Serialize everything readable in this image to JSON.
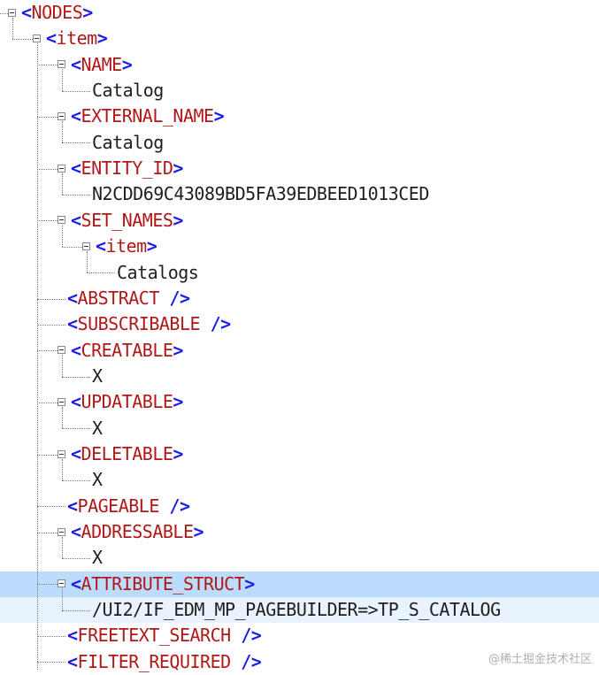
{
  "tree": {
    "rows": [
      {
        "type": "open",
        "depth": 0,
        "tag": "NODES"
      },
      {
        "type": "open",
        "depth": 1,
        "tag": "item"
      },
      {
        "type": "open",
        "depth": 2,
        "tag": "NAME"
      },
      {
        "type": "text",
        "depth": 3,
        "text": "Catalog"
      },
      {
        "type": "open",
        "depth": 2,
        "tag": "EXTERNAL_NAME"
      },
      {
        "type": "text",
        "depth": 3,
        "text": "Catalog"
      },
      {
        "type": "open",
        "depth": 2,
        "tag": "ENTITY_ID"
      },
      {
        "type": "text",
        "depth": 3,
        "text": "N2CDD69C43089BD5FA39EDBEED1013CED"
      },
      {
        "type": "open",
        "depth": 2,
        "tag": "SET_NAMES"
      },
      {
        "type": "open",
        "depth": 3,
        "tag": "item"
      },
      {
        "type": "text",
        "depth": 4,
        "text": "Catalogs"
      },
      {
        "type": "empty",
        "depth": 2,
        "tag": "ABSTRACT"
      },
      {
        "type": "empty",
        "depth": 2,
        "tag": "SUBSCRIBABLE"
      },
      {
        "type": "open",
        "depth": 2,
        "tag": "CREATABLE"
      },
      {
        "type": "text",
        "depth": 3,
        "text": "X"
      },
      {
        "type": "open",
        "depth": 2,
        "tag": "UPDATABLE"
      },
      {
        "type": "text",
        "depth": 3,
        "text": "X"
      },
      {
        "type": "open",
        "depth": 2,
        "tag": "DELETABLE"
      },
      {
        "type": "text",
        "depth": 3,
        "text": "X"
      },
      {
        "type": "empty",
        "depth": 2,
        "tag": "PAGEABLE"
      },
      {
        "type": "open",
        "depth": 2,
        "tag": "ADDRESSABLE"
      },
      {
        "type": "text",
        "depth": 3,
        "text": "X"
      },
      {
        "type": "open",
        "depth": 2,
        "tag": "ATTRIBUTE_STRUCT",
        "selected": true
      },
      {
        "type": "text",
        "depth": 3,
        "text": "/UI2/IF_EDM_MP_PAGEBUILDER=>TP_S_CATALOG",
        "selected_child": true
      },
      {
        "type": "empty",
        "depth": 2,
        "tag": "FREETEXT_SEARCH"
      },
      {
        "type": "empty",
        "depth": 2,
        "tag": "FILTER_REQUIRED"
      }
    ]
  },
  "symbols": {
    "lt": "<",
    "gt": ">",
    "self_close": " />"
  },
  "colors": {
    "bracket": "#1c1ce8",
    "tag": "#b01818",
    "text": "#1e1e1e",
    "selected_row": "#bcdcfd",
    "selected_child_row": "#e9f3fd",
    "guide_line": "#777777"
  },
  "watermark": "@稀土掘金技术社区"
}
